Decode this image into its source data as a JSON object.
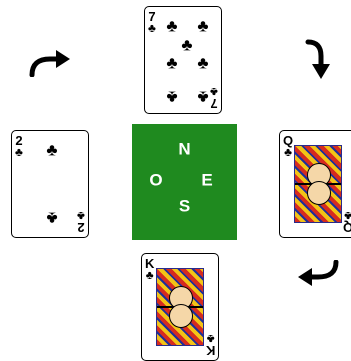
{
  "game": {
    "compass": {
      "north": "N",
      "west": "O",
      "east": "E",
      "south": "S",
      "color": "#1f8a1f"
    },
    "cards": {
      "north": {
        "rank": "7",
        "suit": "♣"
      },
      "west": {
        "rank": "2",
        "suit": "♣"
      },
      "east": {
        "rank": "Q",
        "suit": "♣"
      },
      "south": {
        "rank": "K",
        "suit": "♣"
      }
    },
    "arrows": [
      "arrow-right-turn-icon",
      "arrow-down-turn-icon",
      "arrow-left-turn-icon"
    ]
  }
}
